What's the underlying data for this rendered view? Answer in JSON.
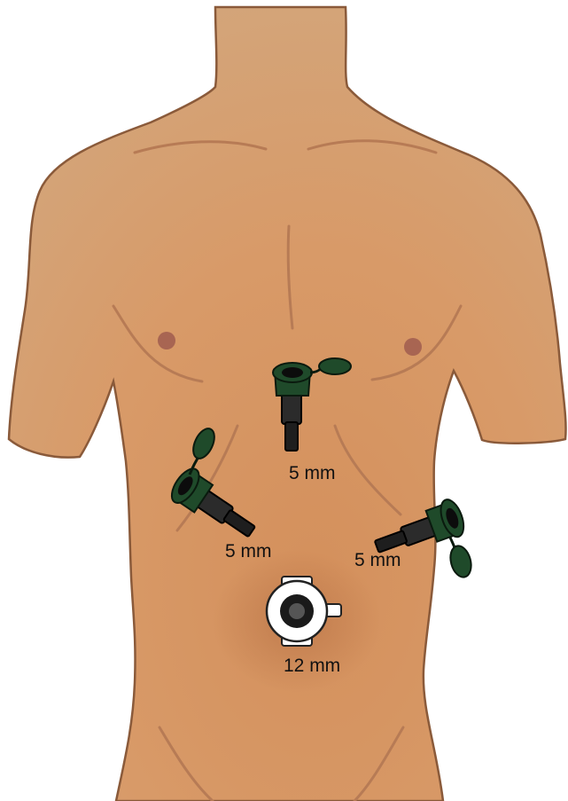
{
  "colors": {
    "skin": "#d9a474",
    "skin_shadow": "#c9926a",
    "outline": "#8a5a3a",
    "crease": "#b77b55",
    "nipple": "#a86552",
    "trocar_green": "#1f4a2a",
    "trocar_dark": "#2a2a2a",
    "camera_port": "#ffffff"
  },
  "ports": [
    {
      "id": "epigastric",
      "label": "5 mm",
      "type": "trocar-5mm"
    },
    {
      "id": "right-subcostal",
      "label": "5 mm",
      "type": "trocar-5mm"
    },
    {
      "id": "left-flank",
      "label": "5 mm",
      "type": "trocar-5mm"
    },
    {
      "id": "umbilical",
      "label": "12 mm",
      "type": "camera-port-12mm"
    }
  ]
}
